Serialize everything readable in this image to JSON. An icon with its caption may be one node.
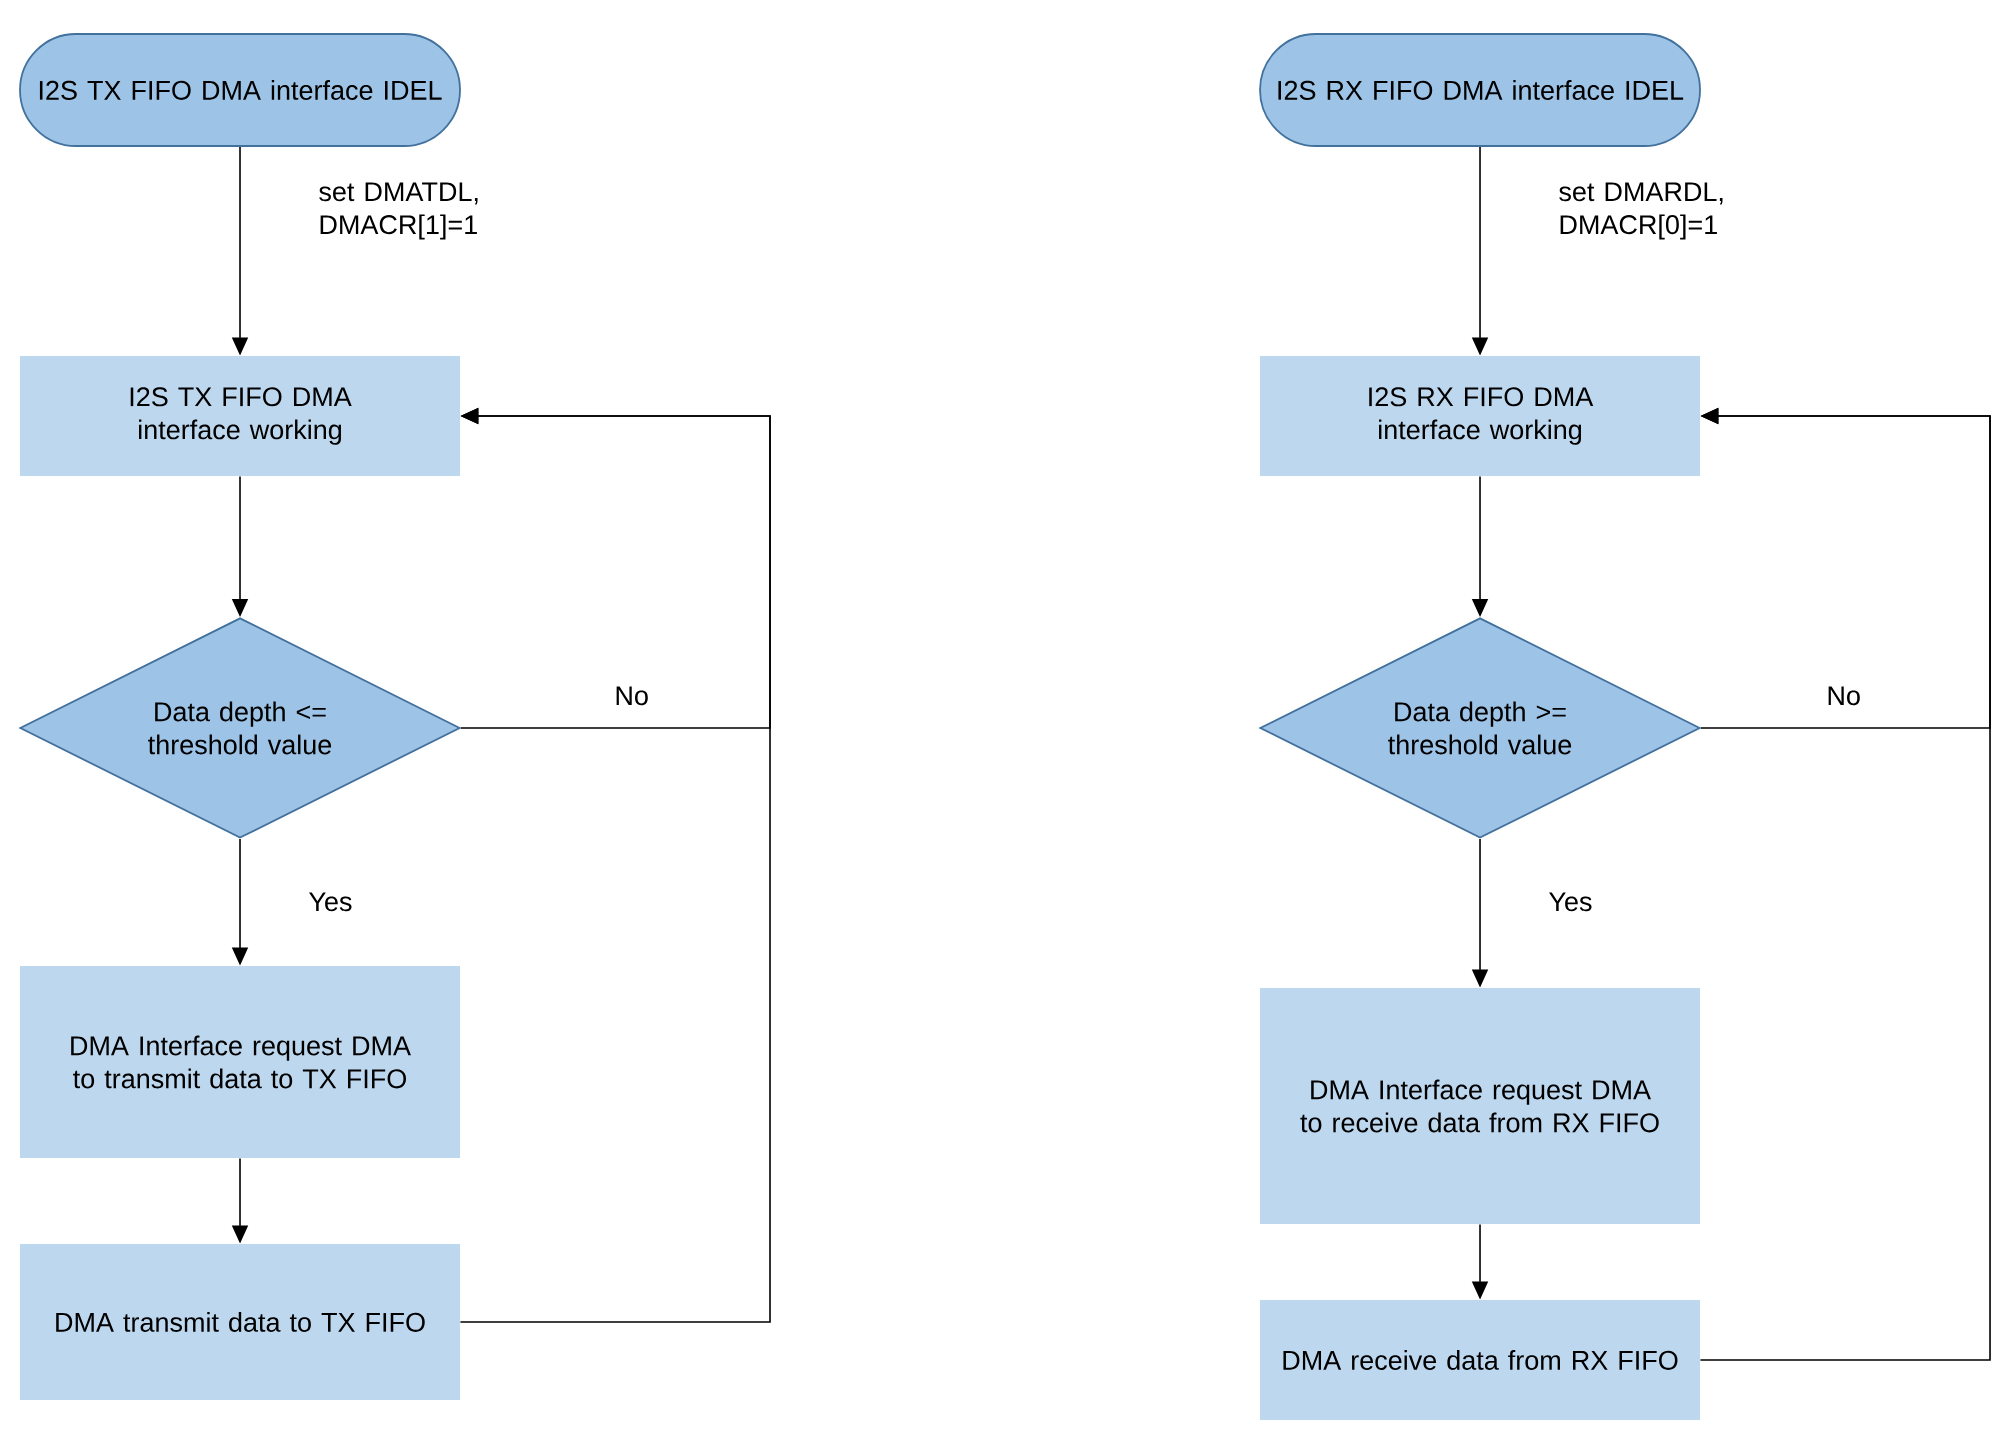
{
  "diagram": {
    "nodes": [
      {
        "text": [
          "I2S TX FIFO DMA interface IDEL"
        ]
      },
      {
        "text": [
          "I2S TX FIFO DMA interface working"
        ]
      },
      {
        "text": [
          "Data depth <= threshold value"
        ]
      },
      {
        "text": [
          "DMA Interface request DMA to transmit data to TX FIFO"
        ]
      },
      {
        "text": [
          "DMA transmit data to TX FIFO"
        ]
      },
      {
        "text": [
          "I2S RX FIFO DMA interface IDEL"
        ]
      },
      {
        "text": [
          "I2S RX FIFO DMA interface working"
        ]
      },
      {
        "text": [
          "Data depth >= threshold value"
        ]
      },
      {
        "text": [
          "DMA Interface request DMA to receive data from RX FIFO"
        ]
      },
      {
        "text": [
          "DMA receive data from RX FIFO"
        ]
      }
    ],
    "edges": [
      {
        "from": 0,
        "to": 1,
        "arrow": "to",
        "label": "set DMATDL, DMACR[1]=1"
      },
      {
        "from": 1,
        "to": 2,
        "arrow": "to"
      },
      {
        "from": 2,
        "to": 3,
        "arrow": "to",
        "label": "Yes"
      },
      {
        "from": 2,
        "to": 1,
        "arrow": "to",
        "label": "No"
      },
      {
        "from": 3,
        "to": 4,
        "arrow": "to"
      },
      {
        "from": 4,
        "to": 1,
        "arrow": "to"
      },
      {
        "from": 5,
        "to": 6,
        "arrow": "to",
        "label": "set DMARDL, DMACR[0]=1"
      },
      {
        "from": 6,
        "to": 7,
        "arrow": "to"
      },
      {
        "from": 7,
        "to": 8,
        "arrow": "to",
        "label": "Yes"
      },
      {
        "from": 7,
        "to": 6,
        "arrow": "to",
        "label": "No"
      },
      {
        "from": 8,
        "to": 9,
        "arrow": "to"
      },
      {
        "from": 9,
        "to": 6,
        "arrow": "to"
      }
    ]
  }
}
